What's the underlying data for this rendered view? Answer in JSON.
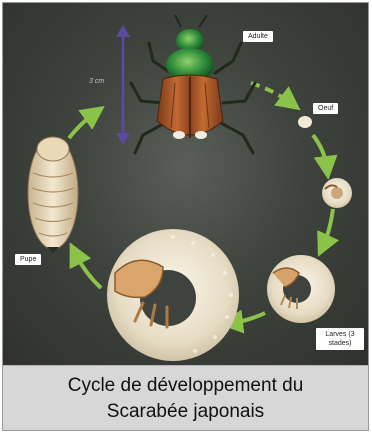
{
  "stages": {
    "adult": "Adulte",
    "egg": "Oeuf",
    "larvae": "Larves (3 stades)",
    "pupa": "Pupe"
  },
  "scale": "3 cm",
  "caption": "Cycle de développement du Scarabée japonais",
  "colors": {
    "background": "#3f433d",
    "arrow": "#8bc34a",
    "scale_bar": "#5b4aa0",
    "larva": "#efe6d3",
    "beetle_head": "#2e7d32",
    "beetle_elytra": "#b25a2a",
    "caption_bg": "#d7d7d7"
  }
}
